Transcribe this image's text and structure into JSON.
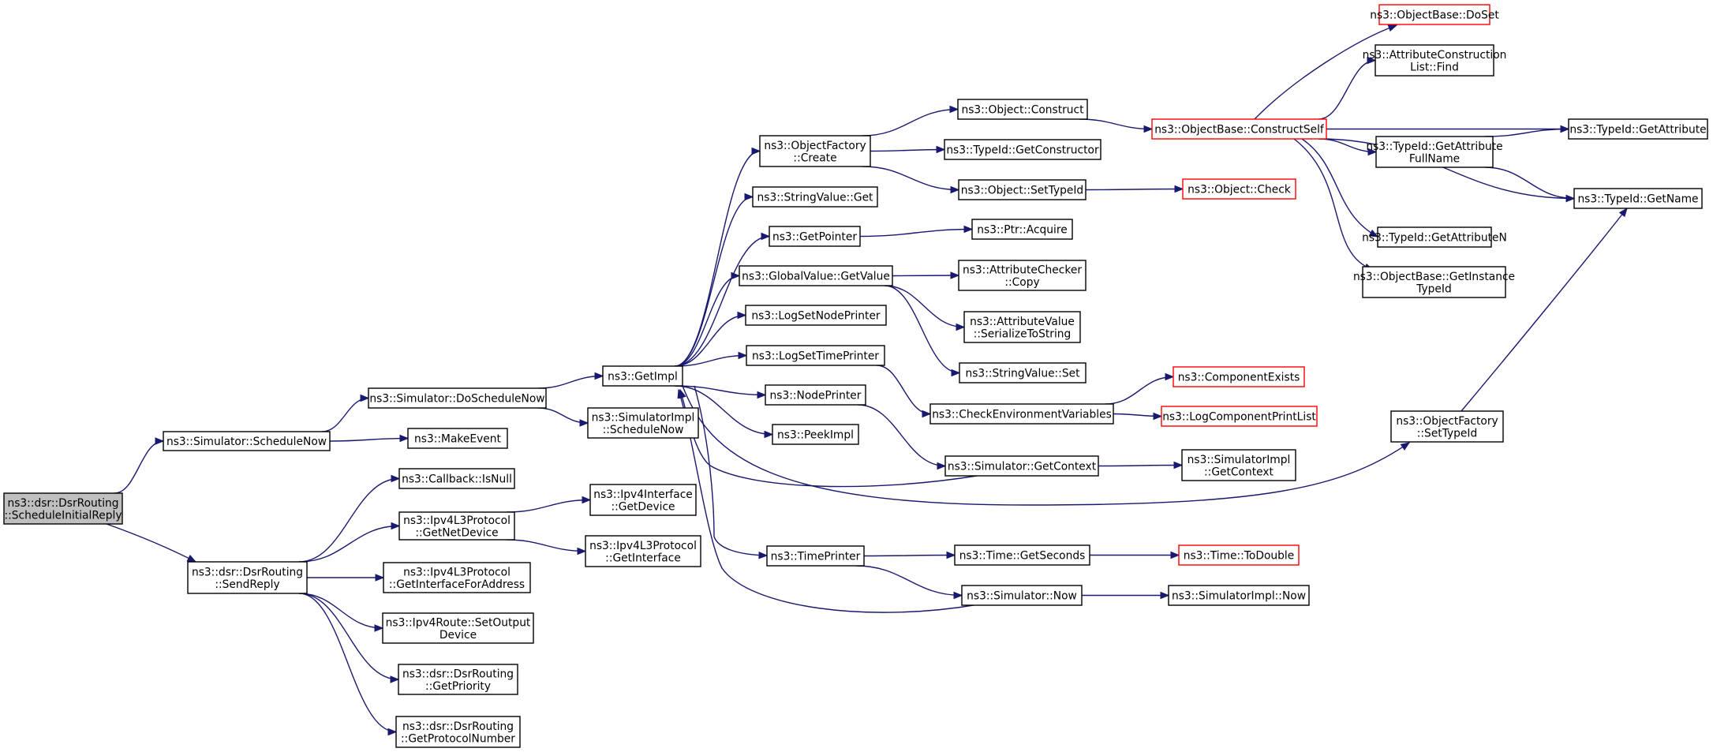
{
  "diagram": {
    "nodes": [
      {
        "id": "n0",
        "lines": [
          "ns3::dsr::DsrRouting",
          "::ScheduleInitialReply"
        ],
        "style": "root"
      },
      {
        "id": "n1",
        "lines": [
          "ns3::Simulator::ScheduleNow"
        ],
        "style": "normal"
      },
      {
        "id": "n2",
        "lines": [
          "ns3::dsr::DsrRouting",
          "::SendReply"
        ],
        "style": "normal"
      },
      {
        "id": "n3",
        "lines": [
          "ns3::Simulator::DoScheduleNow"
        ],
        "style": "normal"
      },
      {
        "id": "n4",
        "lines": [
          "ns3::MakeEvent"
        ],
        "style": "normal"
      },
      {
        "id": "n5",
        "lines": [
          "ns3::Callback::IsNull"
        ],
        "style": "normal"
      },
      {
        "id": "n6",
        "lines": [
          "ns3::Ipv4L3Protocol",
          "::GetNetDevice"
        ],
        "style": "normal"
      },
      {
        "id": "n7",
        "lines": [
          "ns3::Ipv4L3Protocol",
          "::GetInterfaceForAddress"
        ],
        "style": "normal"
      },
      {
        "id": "n8",
        "lines": [
          "ns3::Ipv4Route::SetOutput",
          "Device"
        ],
        "style": "normal"
      },
      {
        "id": "n9",
        "lines": [
          "ns3::dsr::DsrRouting",
          "::GetPriority"
        ],
        "style": "normal"
      },
      {
        "id": "n10",
        "lines": [
          "ns3::dsr::DsrRouting",
          "::GetProtocolNumber"
        ],
        "style": "normal"
      },
      {
        "id": "n11",
        "lines": [
          "ns3::GetImpl"
        ],
        "style": "normal"
      },
      {
        "id": "n12",
        "lines": [
          "ns3::SimulatorImpl",
          "::ScheduleNow"
        ],
        "style": "normal"
      },
      {
        "id": "n13",
        "lines": [
          "ns3::Ipv4Interface",
          "::GetDevice"
        ],
        "style": "normal"
      },
      {
        "id": "n14",
        "lines": [
          "ns3::Ipv4L3Protocol",
          "::GetInterface"
        ],
        "style": "normal"
      },
      {
        "id": "n15",
        "lines": [
          "ns3::ObjectFactory",
          "::Create"
        ],
        "style": "normal"
      },
      {
        "id": "n16",
        "lines": [
          "ns3::StringValue::Get"
        ],
        "style": "normal"
      },
      {
        "id": "n17",
        "lines": [
          "ns3::GetPointer"
        ],
        "style": "normal"
      },
      {
        "id": "n18",
        "lines": [
          "ns3::GlobalValue::GetValue"
        ],
        "style": "normal"
      },
      {
        "id": "n19",
        "lines": [
          "ns3::LogSetNodePrinter"
        ],
        "style": "normal"
      },
      {
        "id": "n20",
        "lines": [
          "ns3::LogSetTimePrinter"
        ],
        "style": "normal"
      },
      {
        "id": "n21",
        "lines": [
          "ns3::NodePrinter"
        ],
        "style": "normal"
      },
      {
        "id": "n22",
        "lines": [
          "ns3::PeekImpl"
        ],
        "style": "normal"
      },
      {
        "id": "n23",
        "lines": [
          "ns3::TimePrinter"
        ],
        "style": "normal"
      },
      {
        "id": "n24",
        "lines": [
          "ns3::Object::Construct"
        ],
        "style": "normal"
      },
      {
        "id": "n25",
        "lines": [
          "ns3::TypeId::GetConstructor"
        ],
        "style": "normal"
      },
      {
        "id": "n26",
        "lines": [
          "ns3::Object::SetTypeId"
        ],
        "style": "normal"
      },
      {
        "id": "n27",
        "lines": [
          "ns3::Ptr::Acquire"
        ],
        "style": "normal"
      },
      {
        "id": "n28",
        "lines": [
          "ns3::AttributeChecker",
          "::Copy"
        ],
        "style": "normal"
      },
      {
        "id": "n29",
        "lines": [
          "ns3::AttributeValue",
          "::SerializeToString"
        ],
        "style": "normal"
      },
      {
        "id": "n30",
        "lines": [
          "ns3::StringValue::Set"
        ],
        "style": "normal"
      },
      {
        "id": "n31",
        "lines": [
          "ns3::CheckEnvironmentVariables"
        ],
        "style": "normal"
      },
      {
        "id": "n32",
        "lines": [
          "ns3::Simulator::GetContext"
        ],
        "style": "normal"
      },
      {
        "id": "n33",
        "lines": [
          "ns3::Time::GetSeconds"
        ],
        "style": "normal"
      },
      {
        "id": "n34",
        "lines": [
          "ns3::Simulator::Now"
        ],
        "style": "normal"
      },
      {
        "id": "n35",
        "lines": [
          "ns3::ObjectBase::ConstructSelf"
        ],
        "style": "red"
      },
      {
        "id": "n36",
        "lines": [
          "ns3::Object::Check"
        ],
        "style": "red"
      },
      {
        "id": "n37",
        "lines": [
          "ns3::ComponentExists"
        ],
        "style": "red"
      },
      {
        "id": "n38",
        "lines": [
          "ns3::LogComponentPrintList"
        ],
        "style": "red"
      },
      {
        "id": "n39",
        "lines": [
          "ns3::SimulatorImpl",
          "::GetContext"
        ],
        "style": "normal"
      },
      {
        "id": "n40",
        "lines": [
          "ns3::Time::ToDouble"
        ],
        "style": "red"
      },
      {
        "id": "n41",
        "lines": [
          "ns3::SimulatorImpl::Now"
        ],
        "style": "normal"
      },
      {
        "id": "n42",
        "lines": [
          "ns3::ObjectBase::DoSet"
        ],
        "style": "red"
      },
      {
        "id": "n43",
        "lines": [
          "ns3::AttributeConstruction",
          "List::Find"
        ],
        "style": "normal"
      },
      {
        "id": "n44",
        "lines": [
          "ns3::TypeId::GetAttribute",
          "FullName"
        ],
        "style": "normal"
      },
      {
        "id": "n45",
        "lines": [
          "ns3::TypeId::GetAttributeN"
        ],
        "style": "normal"
      },
      {
        "id": "n46",
        "lines": [
          "ns3::ObjectBase::GetInstance",
          "TypeId"
        ],
        "style": "normal"
      },
      {
        "id": "n47",
        "lines": [
          "ns3::ObjectFactory",
          "::SetTypeId"
        ],
        "style": "normal"
      },
      {
        "id": "n48",
        "lines": [
          "ns3::TypeId::GetAttribute"
        ],
        "style": "normal"
      },
      {
        "id": "n49",
        "lines": [
          "ns3::TypeId::GetName"
        ],
        "style": "normal"
      }
    ],
    "edges": [
      [
        "n0",
        "n1"
      ],
      [
        "n0",
        "n2"
      ],
      [
        "n1",
        "n3"
      ],
      [
        "n1",
        "n4"
      ],
      [
        "n3",
        "n11"
      ],
      [
        "n3",
        "n12"
      ],
      [
        "n2",
        "n5"
      ],
      [
        "n2",
        "n6"
      ],
      [
        "n2",
        "n7"
      ],
      [
        "n2",
        "n8"
      ],
      [
        "n2",
        "n9"
      ],
      [
        "n2",
        "n10"
      ],
      [
        "n6",
        "n13"
      ],
      [
        "n6",
        "n14"
      ],
      [
        "n11",
        "n15"
      ],
      [
        "n11",
        "n16"
      ],
      [
        "n11",
        "n17"
      ],
      [
        "n11",
        "n18"
      ],
      [
        "n11",
        "n19"
      ],
      [
        "n11",
        "n20"
      ],
      [
        "n11",
        "n21"
      ],
      [
        "n11",
        "n22"
      ],
      [
        "n11",
        "n23"
      ],
      [
        "n11",
        "n47"
      ],
      [
        "n15",
        "n24"
      ],
      [
        "n15",
        "n25"
      ],
      [
        "n15",
        "n26"
      ],
      [
        "n17",
        "n27"
      ],
      [
        "n18",
        "n28"
      ],
      [
        "n18",
        "n29"
      ],
      [
        "n18",
        "n30"
      ],
      [
        "n20",
        "n31"
      ],
      [
        "n21",
        "n32"
      ],
      [
        "n23",
        "n33"
      ],
      [
        "n23",
        "n34"
      ],
      [
        "n24",
        "n35"
      ],
      [
        "n26",
        "n36"
      ],
      [
        "n31",
        "n37"
      ],
      [
        "n31",
        "n38"
      ],
      [
        "n32",
        "n39"
      ],
      [
        "n32",
        "n11"
      ],
      [
        "n33",
        "n40"
      ],
      [
        "n34",
        "n41"
      ],
      [
        "n34",
        "n11"
      ],
      [
        "n35",
        "n42"
      ],
      [
        "n35",
        "n43"
      ],
      [
        "n35",
        "n44"
      ],
      [
        "n35",
        "n45"
      ],
      [
        "n35",
        "n46"
      ],
      [
        "n35",
        "n48"
      ],
      [
        "n35",
        "n49"
      ],
      [
        "n44",
        "n48"
      ],
      [
        "n44",
        "n49"
      ],
      [
        "n47",
        "n49"
      ]
    ]
  }
}
